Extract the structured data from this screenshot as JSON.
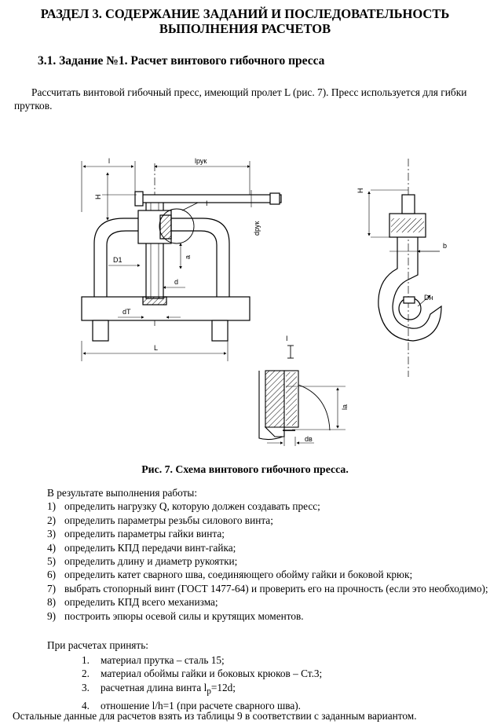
{
  "section_title_line1": "РАЗДЕЛ 3.  СОДЕРЖАНИЕ ЗАДАНИЙ И ПОСЛЕДОВАТЕЛЬНОСТЬ",
  "section_title_line2": "ВЫПОЛНЕНИЯ РАСЧЕТОВ",
  "task_title": "3.1. Задание №1. Расчет винтового гибочного пресса",
  "intro": "Рассчитать винтовой гибочный пресс, имеющий пролет L (рис. 7). Пресс используется для гибки прутков.",
  "figure": {
    "labels": {
      "l": "l",
      "l_ruk": "lрук",
      "H": "H",
      "I": "I",
      "d_ruk": "dрук",
      "D1": "D1",
      "a": "a",
      "d": "d",
      "d_T": "dT",
      "L": "L",
      "H2": "H",
      "b": "b",
      "D_n": "Dн",
      "I2": "I",
      "l_a": "la",
      "d_b": "dв"
    },
    "caption": "Рис. 7. Схема винтового гибочного пресса."
  },
  "results": {
    "heading": "В результате выполнения работы:",
    "items": [
      {
        "num": "1)",
        "text": "определить нагрузку Q, которую должен создавать пресс;"
      },
      {
        "num": "2)",
        "text": "определить параметры резьбы силового винта;"
      },
      {
        "num": "3)",
        "text": "определить параметры гайки винта;"
      },
      {
        "num": "4)",
        "text": "определить КПД передачи винт-гайка;"
      },
      {
        "num": "5)",
        "text": "определить длину и диаметр рукоятки;"
      },
      {
        "num": "6)",
        "text": "определить катет сварного шва, соединяющего обойму гайки и боковой крюк;"
      },
      {
        "num": "7)",
        "text": "выбрать стопорный винт (ГОСТ 1477-64) и проверить его на прочность (если это необходимо);"
      },
      {
        "num": "8)",
        "text": "определить КПД всего механизма;"
      },
      {
        "num": "9)",
        "text": "построить эпюры осевой силы и крутящих моментов."
      }
    ]
  },
  "accept": {
    "heading": "При расчетах принять:",
    "items": [
      {
        "num": "1.",
        "text": "материал прутка – сталь 15;"
      },
      {
        "num": "2.",
        "text": "материал обоймы гайки и боковых крюков – Ст.3;"
      },
      {
        "num": "3.",
        "text_pre": "расчетная длина винта l",
        "sub": "р",
        "text_post": "=12d;"
      },
      {
        "num": "4.",
        "text": "отношение l/h=1 (при расчете сварного шва)."
      }
    ]
  },
  "footer": "Остальные данные для расчетов взять из таблицы 9 в соответствии с заданным вариантом."
}
